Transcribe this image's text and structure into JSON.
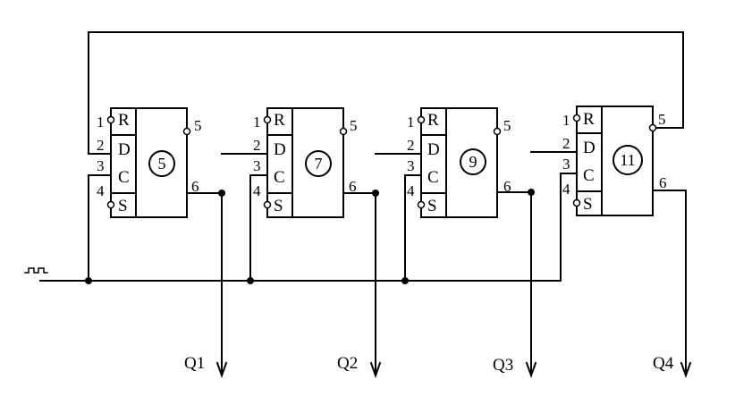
{
  "clock_symbol": "clock-pulse-symbol",
  "flip_flops": [
    {
      "number": "5",
      "ports": [
        "R",
        "D",
        "C",
        "S"
      ],
      "pins": {
        "r": "1",
        "d": "2",
        "c": "3",
        "s": "4",
        "q": "6",
        "qbar": "5"
      }
    },
    {
      "number": "7",
      "ports": [
        "R",
        "D",
        "C",
        "S"
      ],
      "pins": {
        "r": "1",
        "d": "2",
        "c": "3",
        "s": "4",
        "q": "6",
        "qbar": "5"
      }
    },
    {
      "number": "9",
      "ports": [
        "R",
        "D",
        "C",
        "S"
      ],
      "pins": {
        "r": "1",
        "d": "2",
        "c": "3",
        "s": "4",
        "q": "6",
        "qbar": "5"
      }
    },
    {
      "number": "11",
      "ports": [
        "R",
        "D",
        "C",
        "S"
      ],
      "pins": {
        "r": "1",
        "d": "2",
        "c": "3",
        "s": "4",
        "q": "6",
        "qbar": "5"
      }
    }
  ],
  "outputs": [
    "Q1",
    "Q2",
    "Q3",
    "Q4"
  ]
}
